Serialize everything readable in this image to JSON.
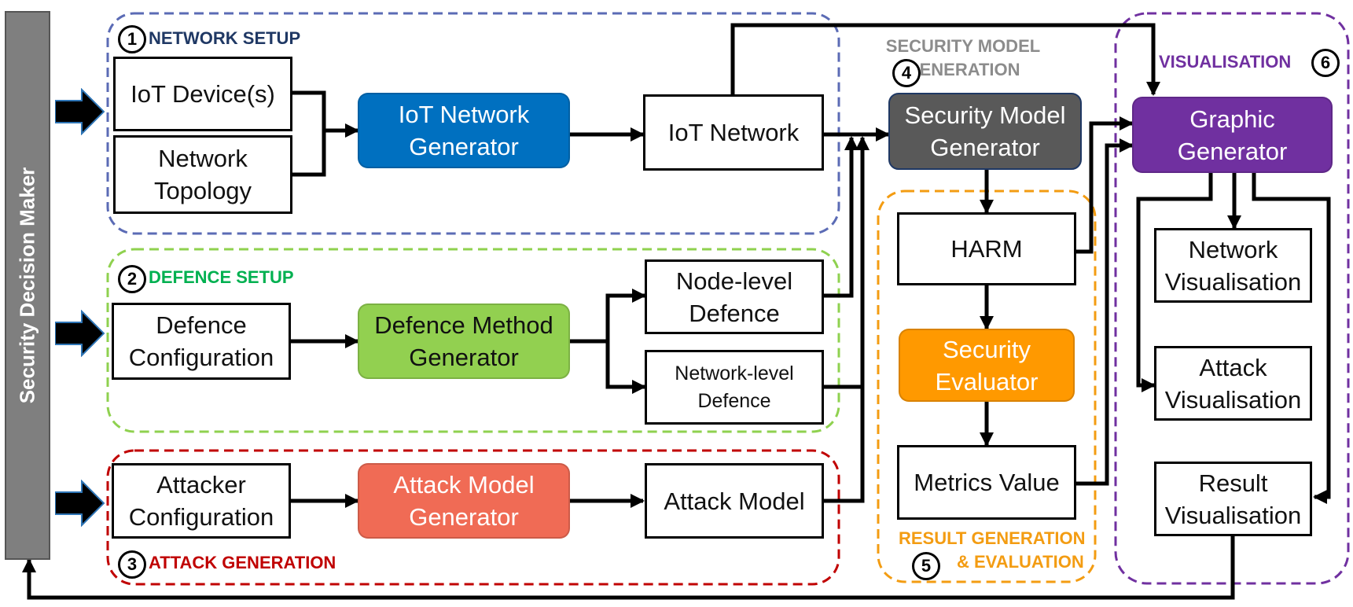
{
  "sidebar": {
    "label": "Security Decision Maker"
  },
  "groups": {
    "network": {
      "number": "1",
      "label": "NETWORK SETUP",
      "color": "#1f3864",
      "border": "#5b6bb5"
    },
    "defence": {
      "number": "2",
      "label": "DEFENCE SETUP",
      "color": "#00b050",
      "border": "#8fd14f"
    },
    "attack": {
      "number": "3",
      "label": "ATTACK GENERATION",
      "color": "#c00000",
      "border": "#c00000"
    },
    "security": {
      "number": "4",
      "label": "SECURITY MODEL GENERATION",
      "color": "#8c8c8c"
    },
    "result": {
      "number": "5",
      "label_line1": "RESULT GENERATION",
      "label_line2": "& EVALUATION",
      "color": "#f39c12",
      "border": "#f39c12"
    },
    "visual": {
      "number": "6",
      "label": "VISUALISATION",
      "color": "#7030a0",
      "border": "#7030a0"
    }
  },
  "boxes": {
    "iot_devices": "IoT Device(s)",
    "network_topology": "Network Topology",
    "iot_network_generator": "IoT Network Generator",
    "iot_network": "IoT Network",
    "defence_configuration": "Defence Configuration",
    "defence_method_generator": "Defence Method Generator",
    "node_level_defence": "Node-level Defence",
    "network_level_defence": "Network-level Defence",
    "attacker_configuration": "Attacker Configuration",
    "attack_model_generator": "Attack Model Generator",
    "attack_model": "Attack Model",
    "security_model_generator": "Security Model Generator",
    "harm": "HARM",
    "security_evaluator": "Security Evaluator",
    "metrics_value": "Metrics Value",
    "graphic_generator": "Graphic Generator",
    "network_visualisation": "Network Visualisation",
    "attack_visualisation": "Attack Visualisation",
    "result_visualisation": "Result Visualisation"
  },
  "colors": {
    "iot_network_generator": "#0070c0",
    "defence_method_generator": "#92d050",
    "attack_model_generator": "#f06b55",
    "security_model_generator": "#595959",
    "security_evaluator": "#ff9900",
    "graphic_generator": "#7030a0",
    "entry_arrow": "#0a1f44"
  }
}
